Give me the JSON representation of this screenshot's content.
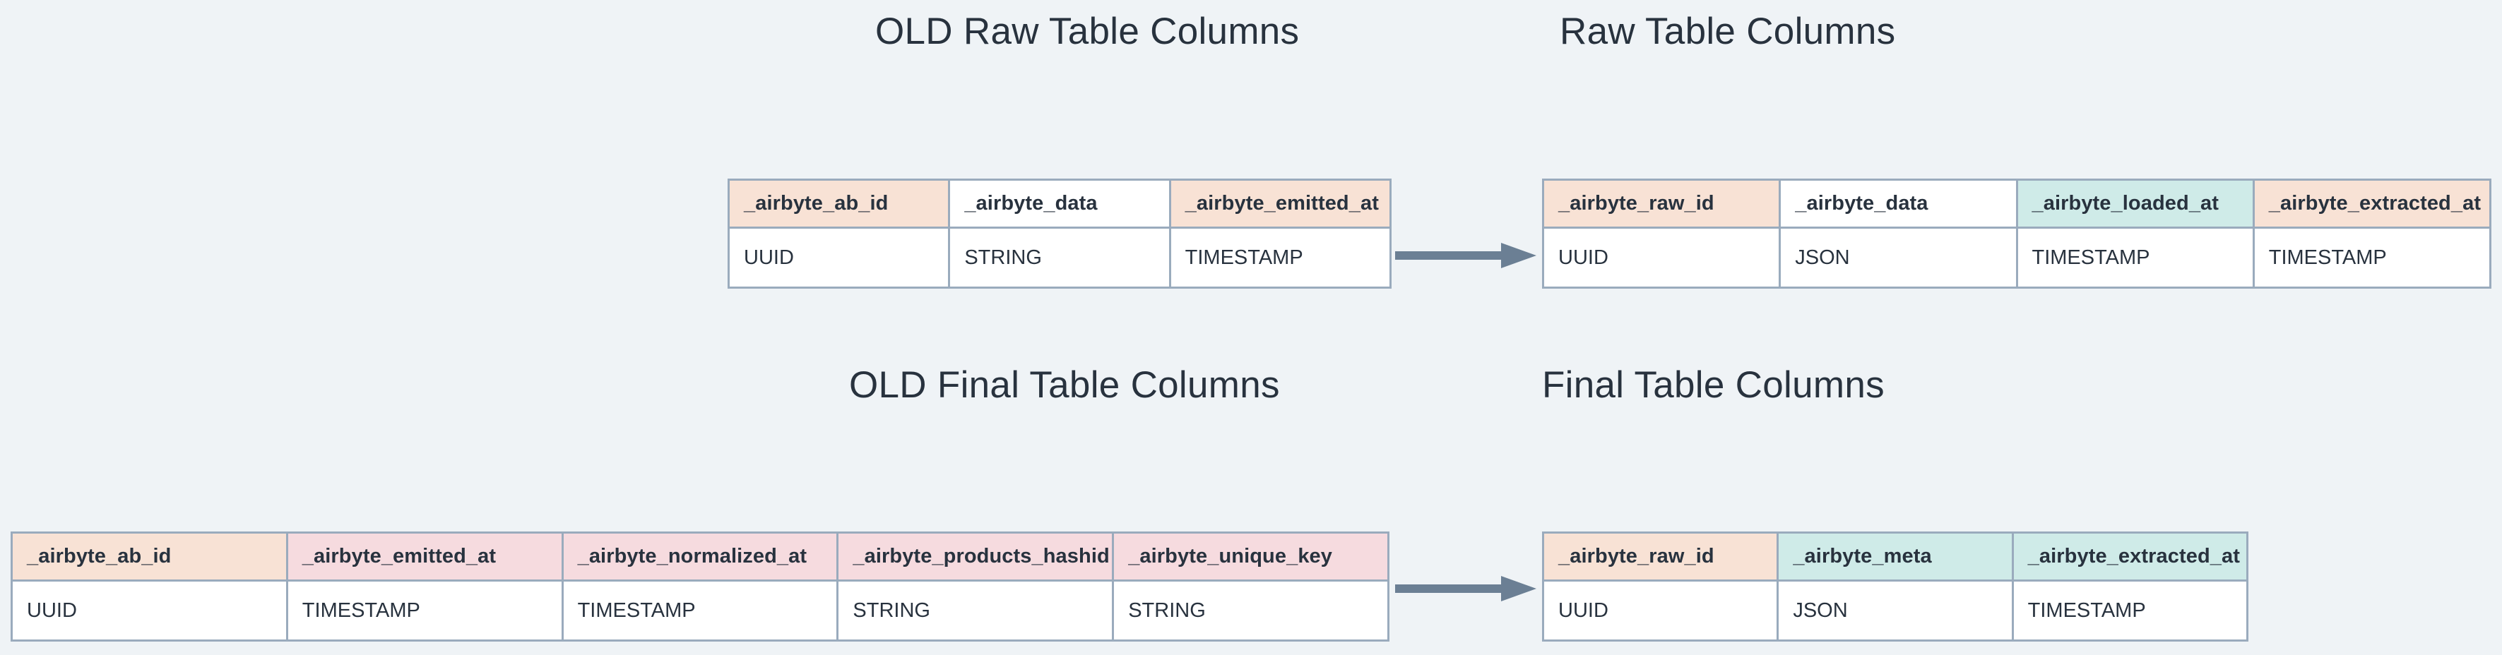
{
  "background_color": "#eff3f6",
  "palette": {
    "peach": "#f8e2d5",
    "pink": "#f6dbdf",
    "teal": "#cfebe8",
    "white": "#ffffff",
    "border": "#9aabbd",
    "text": "#28323e",
    "arrow": "#6b7f94"
  },
  "sections": {
    "old_raw_title": "OLD Raw Table Columns",
    "new_raw_title": "Raw Table Columns",
    "old_final_title": "OLD Final Table Columns",
    "new_final_title": "Final Table Columns"
  },
  "arrows": {
    "raw_arrow_name": "arrow-right-icon",
    "final_arrow_name": "arrow-right-icon"
  },
  "tables": {
    "old_raw": {
      "columns": [
        {
          "name": "_airbyte_ab_id",
          "type": "UUID",
          "header_fill": "peach",
          "cell_fill": "white"
        },
        {
          "name": "_airbyte_data",
          "type": "STRING",
          "header_fill": "white",
          "cell_fill": "peach"
        },
        {
          "name": "_airbyte_emitted_at",
          "type": "TIMESTAMP",
          "header_fill": "peach",
          "cell_fill": "white"
        }
      ]
    },
    "new_raw": {
      "columns": [
        {
          "name": "_airbyte_raw_id",
          "type": "UUID",
          "header_fill": "peach",
          "cell_fill": "white"
        },
        {
          "name": "_airbyte_data",
          "type": "JSON",
          "header_fill": "white",
          "cell_fill": "peach"
        },
        {
          "name": "_airbyte_loaded_at",
          "type": "TIMESTAMP",
          "header_fill": "teal",
          "cell_fill": "white"
        },
        {
          "name": "_airbyte_extracted_at",
          "type": "TIMESTAMP",
          "header_fill": "peach",
          "cell_fill": "white"
        }
      ]
    },
    "old_final": {
      "columns": [
        {
          "name": "_airbyte_ab_id",
          "type": "UUID",
          "header_fill": "peach",
          "cell_fill": "white"
        },
        {
          "name": "_airbyte_emitted_at",
          "type": "TIMESTAMP",
          "header_fill": "pink",
          "cell_fill": "white"
        },
        {
          "name": "_airbyte_normalized_at",
          "type": "TIMESTAMP",
          "header_fill": "pink",
          "cell_fill": "white"
        },
        {
          "name": "_airbyte_products_hashid",
          "type": "STRING",
          "header_fill": "pink",
          "cell_fill": "white"
        },
        {
          "name": "_airbyte_unique_key",
          "type": "STRING",
          "header_fill": "pink",
          "cell_fill": "white"
        }
      ]
    },
    "new_final": {
      "columns": [
        {
          "name": "_airbyte_raw_id",
          "type": "UUID",
          "header_fill": "peach",
          "cell_fill": "white"
        },
        {
          "name": "_airbyte_meta",
          "type": "JSON",
          "header_fill": "teal",
          "cell_fill": "white"
        },
        {
          "name": "_airbyte_extracted_at",
          "type": "TIMESTAMP",
          "header_fill": "teal",
          "cell_fill": "white"
        }
      ]
    }
  }
}
